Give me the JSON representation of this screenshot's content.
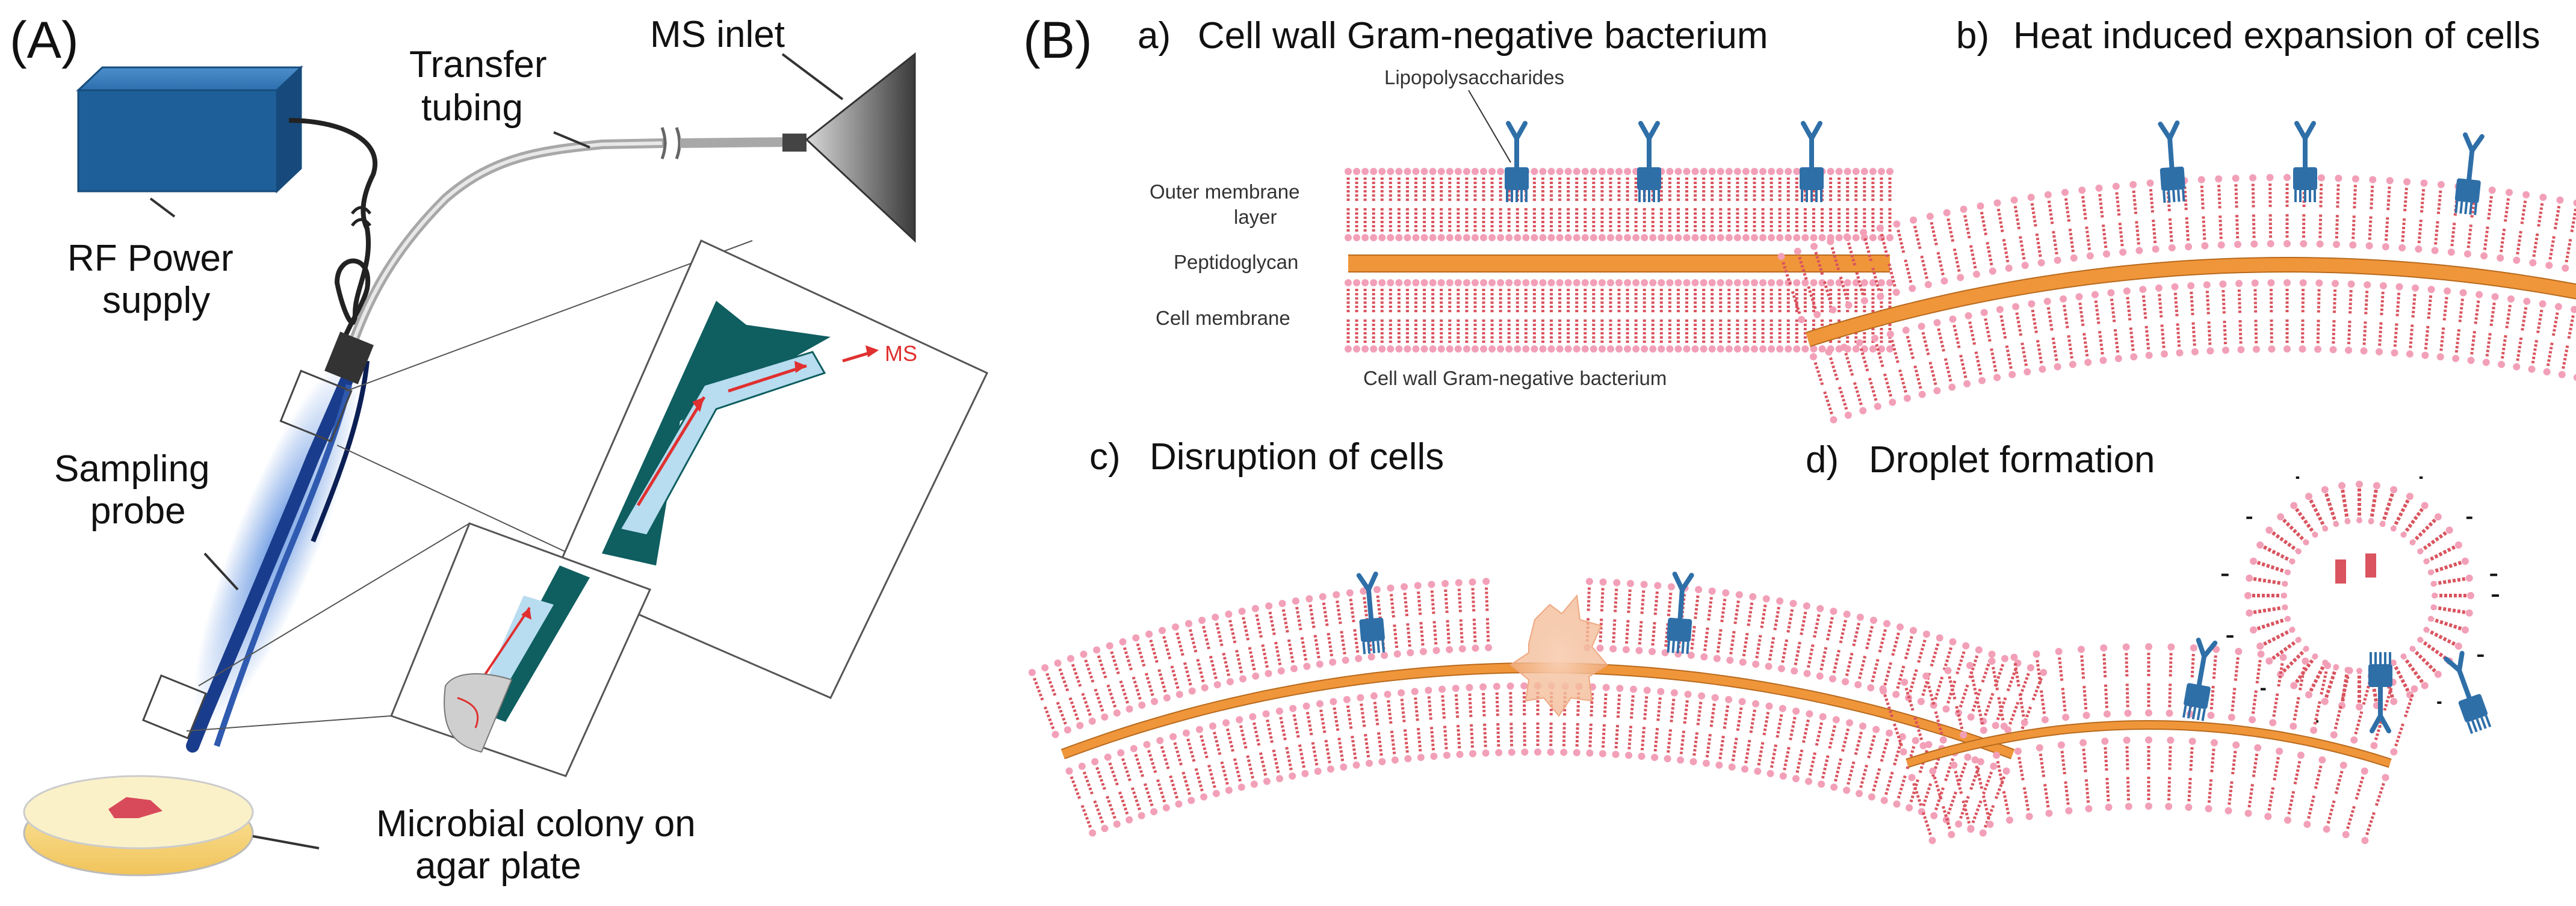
{
  "panel_a": {
    "tag": "(A)",
    "labels": {
      "rf_power_line1": "RF Power",
      "rf_power_line2": "supply",
      "transfer_line1": "Transfer",
      "transfer_line2": "tubing",
      "ms_inlet": "MS inlet",
      "probe_line1": "Sampling",
      "probe_line2": "probe",
      "colony_line1": "Microbial colony on",
      "colony_line2": "agar plate",
      "ms_arrow": "MS"
    },
    "colors": {
      "power_box": "#1f5f99",
      "probe": "#1a3c8c",
      "probe_glow": "#4a7fd0",
      "channel_dark": "#0f5e60",
      "channel_light": "#b8dcf0",
      "flow_arrow": "#e03030",
      "agar": "#f2c654",
      "colony": "#d84a5a"
    }
  },
  "panel_b": {
    "tag": "(B)",
    "sub_a": {
      "letter": "a)",
      "title": "Cell wall Gram-negative bacterium"
    },
    "sub_b": {
      "letter": "b)",
      "title": "Heat induced expansion of cells"
    },
    "sub_c": {
      "letter": "c)",
      "title": "Disruption of cells"
    },
    "sub_d": {
      "letter": "d)",
      "title": "Droplet formation"
    },
    "layer_labels": {
      "lps": "Lipopolysaccharides",
      "outer_line1": "Outer membrane",
      "outer_line2": "layer",
      "peptidoglycan": "Peptidoglycan",
      "cell_membrane": "Cell membrane",
      "caption": "Cell wall Gram-negative bacterium"
    },
    "colors": {
      "lipid_tail": "#d9545f",
      "lipid_head": "#f2a0b8",
      "peptidoglycan": "#f0963a",
      "lps": "#2f6fa8",
      "rupture": "#f5c1a3"
    }
  }
}
